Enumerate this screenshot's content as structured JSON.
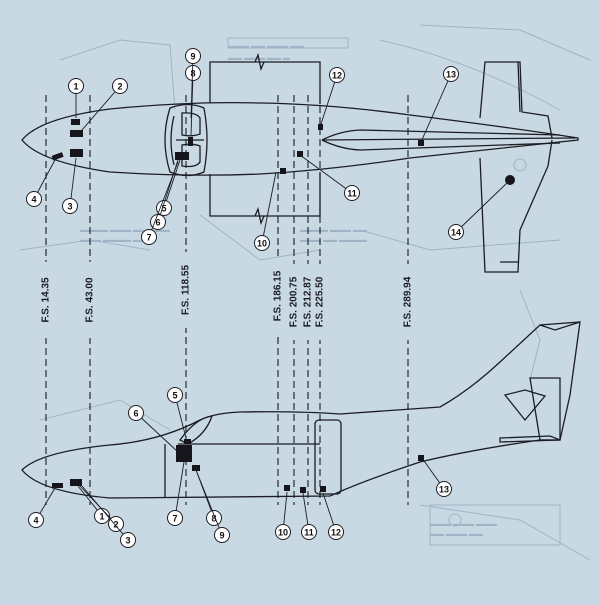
{
  "diagram": {
    "callouts_plan": [
      "1",
      "2",
      "3",
      "4",
      "5",
      "6",
      "7",
      "8",
      "9",
      "10",
      "11",
      "12",
      "13",
      "14"
    ],
    "callouts_side": [
      "1",
      "2",
      "3",
      "4",
      "5",
      "6",
      "7",
      "8",
      "9",
      "10",
      "11",
      "12",
      "13"
    ],
    "stations": [
      "F.S. 14.35",
      "F.S. 43.00",
      "F.S. 118.55",
      "F.S. 186.15",
      "F.S. 200.75",
      "F.S. 212.87",
      "F.S. 225.50",
      "F.S. 289.94"
    ],
    "colors": {
      "paper": "#c8d9e4",
      "ink": "#1c1c24",
      "ghost": "#9fb4c4"
    }
  }
}
